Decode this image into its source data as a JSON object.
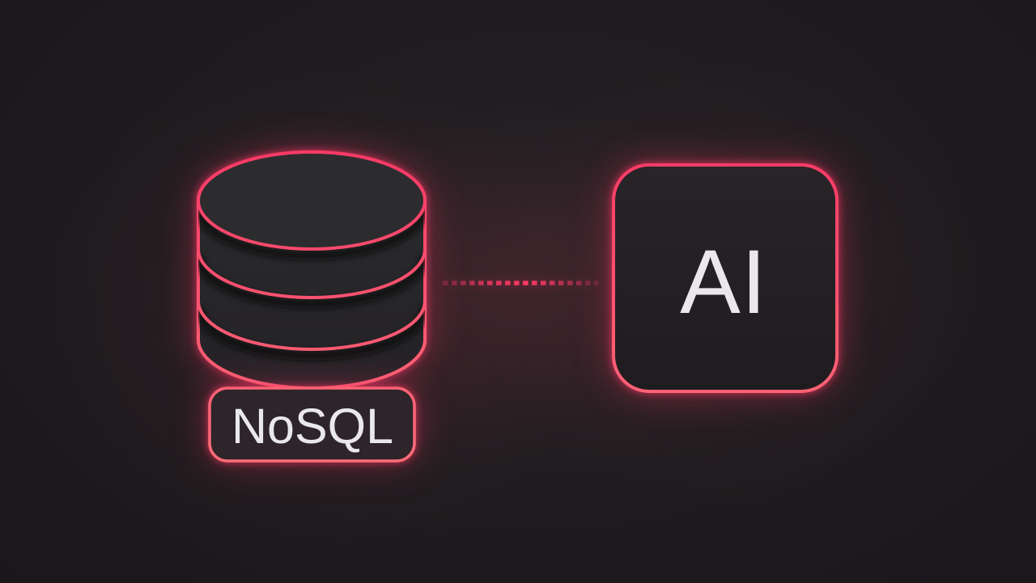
{
  "diagram": {
    "left_node": {
      "id": "nosql-db",
      "icon": "database-cylinder-icon",
      "label": "NoSQL"
    },
    "right_node": {
      "id": "ai-chip",
      "label": "AI"
    },
    "connector": {
      "type": "dotted-line",
      "from": "nosql-db",
      "to": "ai-chip"
    }
  },
  "theme": {
    "accent": "#fb3a66",
    "accent_soft": "#fd6f79",
    "background": "#19171a",
    "node_fill": "#2a2a2d",
    "ai_fill": "#252226",
    "label_fill": "#2d2529",
    "text_color": "#eae8eb"
  }
}
